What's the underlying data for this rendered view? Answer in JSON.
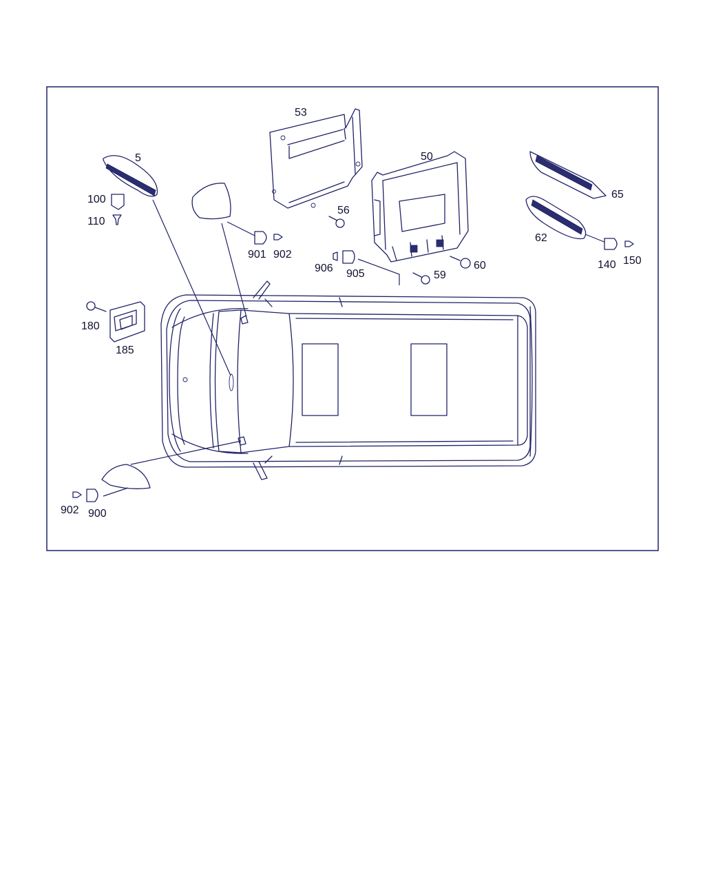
{
  "colors": {
    "line": "#1f2266",
    "text": "#101030",
    "background": "#ffffff"
  },
  "callouts": {
    "c5": "5",
    "c100": "100",
    "c110": "110",
    "c53": "53",
    "c50": "50",
    "c56": "56",
    "c901": "901",
    "c902a": "902",
    "c906": "906",
    "c905": "905",
    "c59": "59",
    "c60": "60",
    "c65": "65",
    "c62": "62",
    "c140": "140",
    "c150": "150",
    "c180": "180",
    "c185": "185",
    "c902b": "902",
    "c900": "900"
  }
}
